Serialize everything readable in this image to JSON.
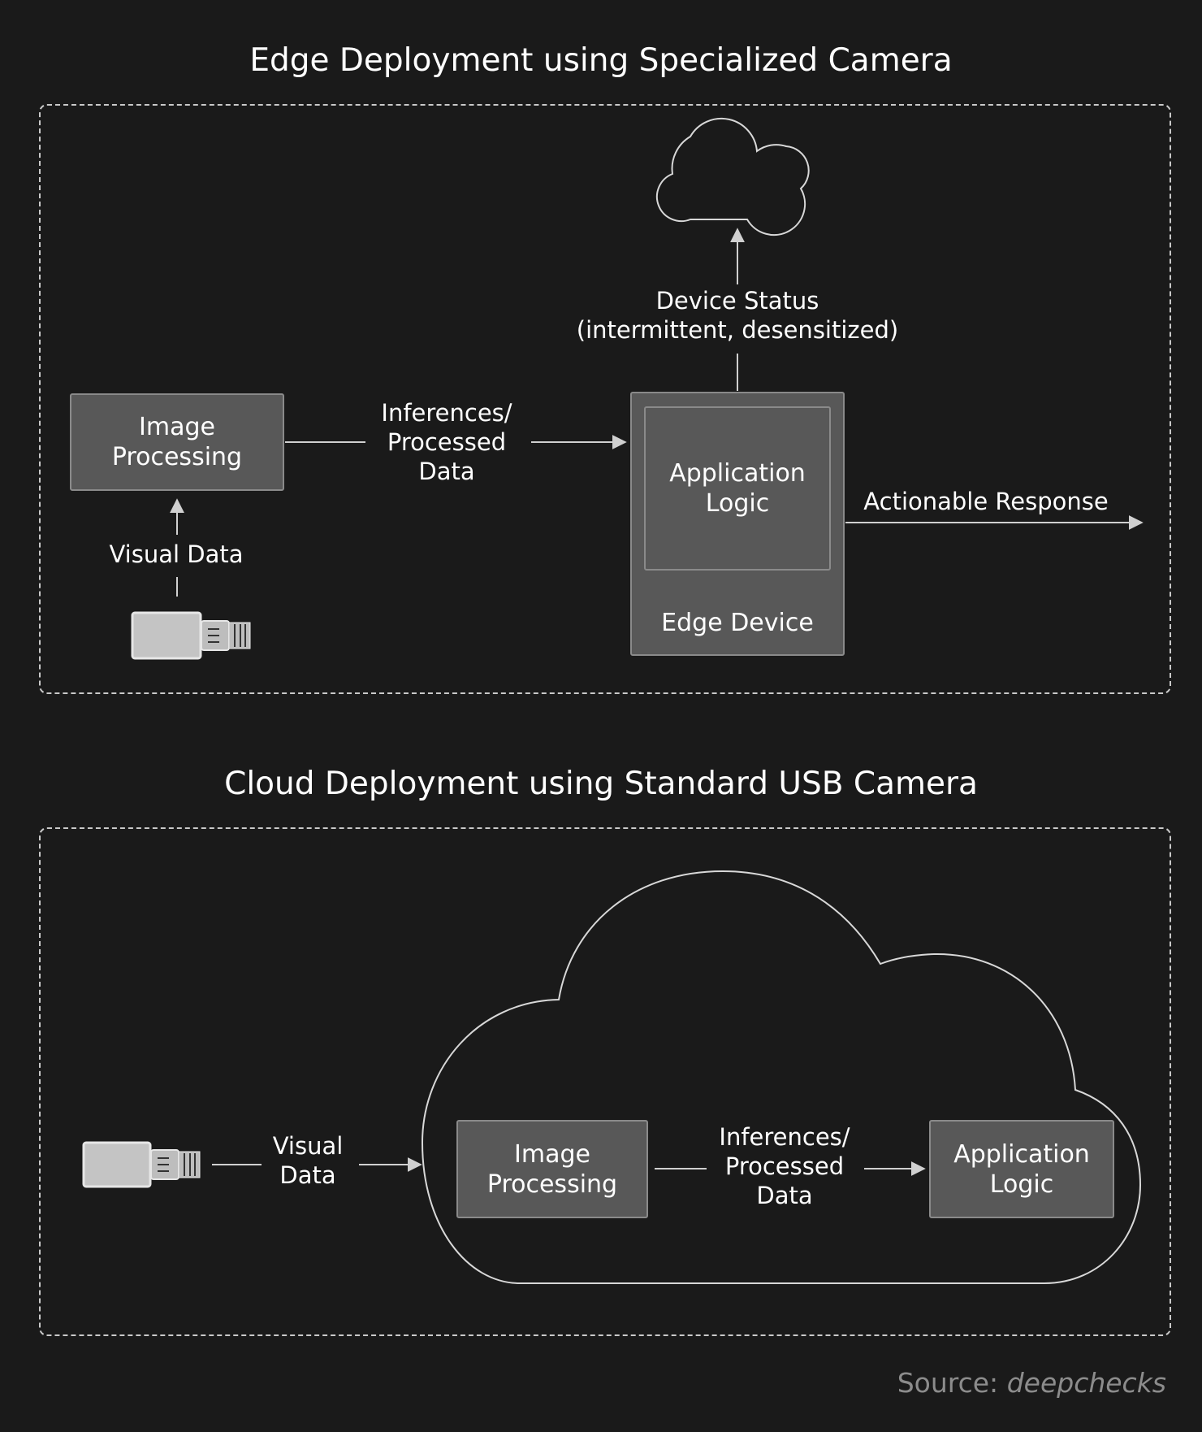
{
  "edge": {
    "title": "Edge Deployment using Specialized Camera",
    "image_processing": "Image\nProcessing",
    "inferences_label": "Inferences/\nProcessed\nData",
    "application_logic": "Application\nLogic",
    "edge_device": "Edge Device",
    "device_status": "Device Status\n(intermittent, desensitized)",
    "actionable_response": "Actionable Response",
    "visual_data": "Visual Data"
  },
  "cloud": {
    "title": "Cloud Deployment using Standard USB Camera",
    "visual_data": "Visual\nData",
    "image_processing": "Image\nProcessing",
    "inferences_label": "Inferences/\nProcessed\nData",
    "application_logic": "Application\nLogic"
  },
  "source": {
    "prefix": "Source:",
    "name": "deepchecks"
  },
  "colors": {
    "background": "#1a1a1a",
    "box_fill": "#585858",
    "line": "#d0d0d0"
  }
}
